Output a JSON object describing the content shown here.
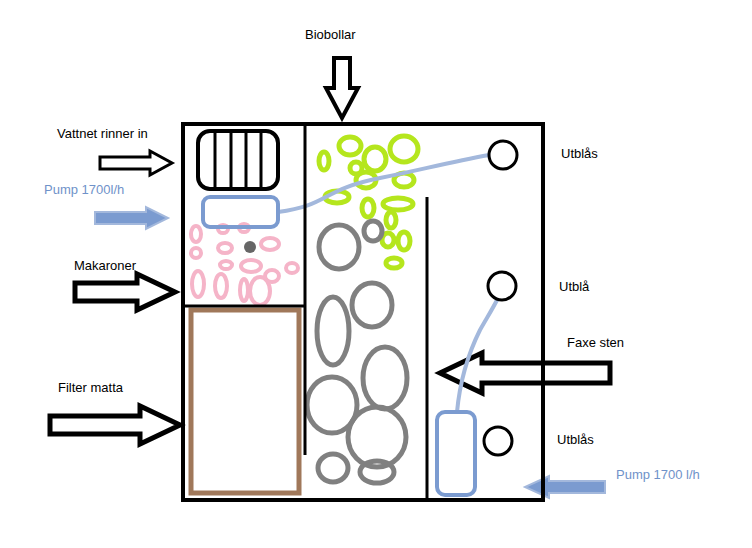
{
  "diagram": {
    "labels": [
      "Biobollar",
      "Vattnet rinner in",
      "Pump 1700l/h",
      "Makaroner",
      "Filter matta",
      "Utblås",
      "Utblå",
      "Faxe sten",
      "Utblås",
      "Pump 1700 l/h"
    ]
  }
}
